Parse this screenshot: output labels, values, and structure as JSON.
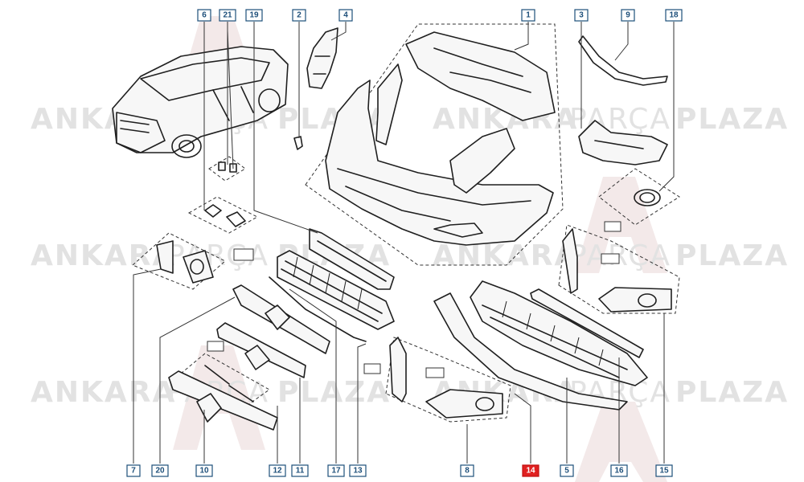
{
  "watermark": {
    "brand_word_1": "ANKARA",
    "brand_word_2": "PARÇA",
    "brand_word_3": "PLAZA"
  },
  "callouts": [
    {
      "id": "c6",
      "label": "6",
      "highlight": false
    },
    {
      "id": "c21",
      "label": "21",
      "highlight": false
    },
    {
      "id": "c19",
      "label": "19",
      "highlight": false
    },
    {
      "id": "c2",
      "label": "2",
      "highlight": false
    },
    {
      "id": "c4",
      "label": "4",
      "highlight": false
    },
    {
      "id": "c1",
      "label": "1",
      "highlight": false
    },
    {
      "id": "c3",
      "label": "3",
      "highlight": false
    },
    {
      "id": "c9",
      "label": "9",
      "highlight": false
    },
    {
      "id": "c18",
      "label": "18",
      "highlight": false
    },
    {
      "id": "c7",
      "label": "7",
      "highlight": false
    },
    {
      "id": "c20",
      "label": "20",
      "highlight": false
    },
    {
      "id": "c10",
      "label": "10",
      "highlight": false
    },
    {
      "id": "c12",
      "label": "12",
      "highlight": false
    },
    {
      "id": "c11",
      "label": "11",
      "highlight": false
    },
    {
      "id": "c17",
      "label": "17",
      "highlight": false
    },
    {
      "id": "c13",
      "label": "13",
      "highlight": false
    },
    {
      "id": "c8",
      "label": "8",
      "highlight": false
    },
    {
      "id": "c14",
      "label": "14",
      "highlight": true
    },
    {
      "id": "c5",
      "label": "5",
      "highlight": false
    },
    {
      "id": "c16",
      "label": "16",
      "highlight": false
    },
    {
      "id": "c15",
      "label": "15",
      "highlight": false
    }
  ],
  "colors": {
    "callout_border": "#1d4f7a",
    "callout_highlight": "#e02020",
    "watermark": "#e2e2e2",
    "line": "#1f1f1f"
  }
}
